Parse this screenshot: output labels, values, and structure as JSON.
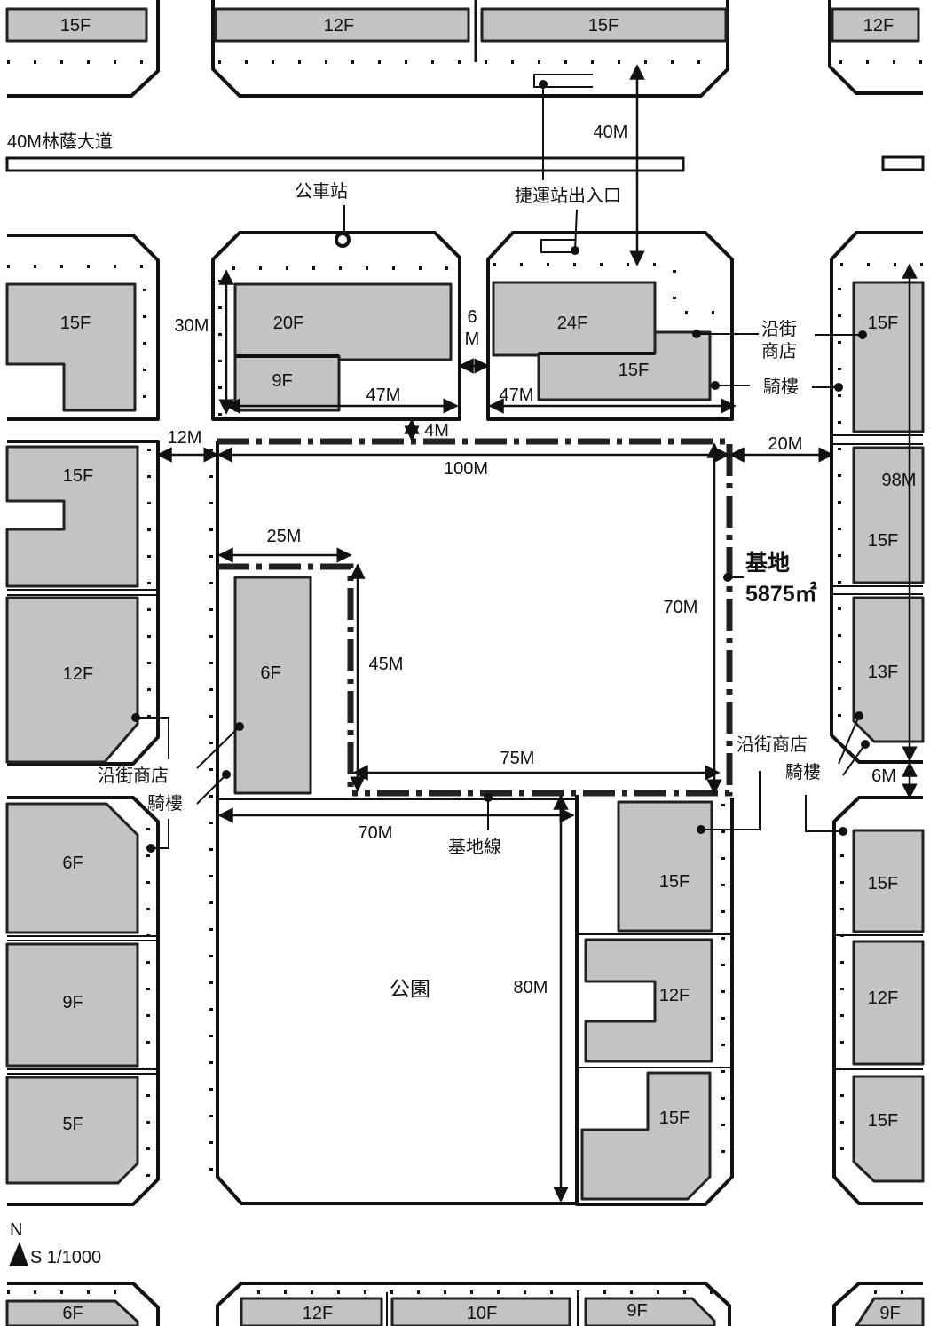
{
  "colors": {
    "building_fill": "#c3c3c3",
    "line": "#111111",
    "background": "#ffffff"
  },
  "road": {
    "name": "40M林蔭大道"
  },
  "buildings": {
    "top_row": [
      "15F",
      "12F",
      "15F",
      "12F"
    ],
    "west_column": [
      "15F",
      "15F",
      "12F",
      "6F",
      "9F",
      "5F"
    ],
    "block_a": [
      "20F",
      "9F"
    ],
    "block_b": [
      "24F",
      "15F"
    ],
    "east_column": [
      "15F",
      "15F",
      "13F",
      "15F",
      "12F",
      "15F"
    ],
    "site_west_parcel": "6F",
    "park_east_block": [
      "15F",
      "12F",
      "15F"
    ],
    "bottom_row": [
      "6F",
      "12F",
      "10F",
      "9F",
      "9F"
    ]
  },
  "labels": {
    "bus_stop": "公車站",
    "mrt_exit": "捷運站出入口",
    "street_shops_stacked": [
      "沿街",
      "商店"
    ],
    "arcade_north": "騎樓",
    "site": "基地",
    "site_area": "5875㎡",
    "street_shops_east": "沿街商店",
    "arcade_east": "騎樓",
    "street_shops_west": "沿街商店",
    "arcade_west": "騎樓",
    "site_line": "基地線",
    "park": "公園"
  },
  "dimensions": {
    "road_width": "40M",
    "block_a_depth": "30M",
    "block_a_width": "47M",
    "block_gap": [
      "6",
      "M"
    ],
    "block_b_width": "47M",
    "setback": "4M",
    "west_road": "12M",
    "site_width": "100M",
    "east_road": "20M",
    "east_block_length": "98M",
    "parcel_width": "25M",
    "site_depth": "70M",
    "parcel_depth": "45M",
    "site_south_edge": "75M",
    "east_road_gap": "6M",
    "park_width": "70M",
    "park_depth": "80M"
  },
  "legend": {
    "north": "N",
    "scale": "S 1/1000"
  }
}
